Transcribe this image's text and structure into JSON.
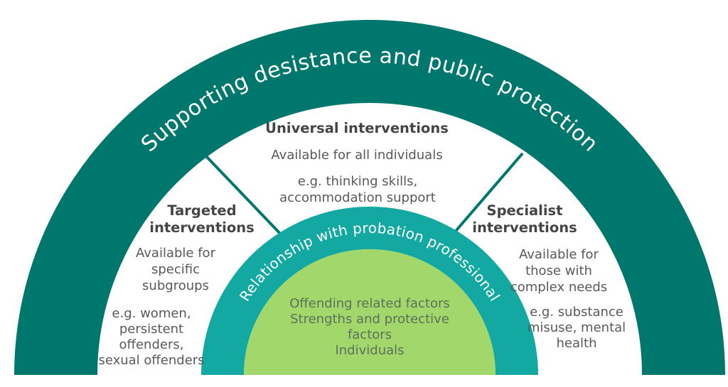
{
  "diagram": {
    "outer_arc": {
      "label": "Supporting desistance and public protection"
    },
    "relationship_arc": {
      "label": "Relationship with probation professional"
    },
    "sections": {
      "universal": {
        "heading": "Universal interventions",
        "availability": "Available for all individuals",
        "example_lines": [
          "e.g. thinking skills,",
          "accommodation support"
        ]
      },
      "targeted": {
        "heading": "Targeted interventions",
        "availability_lines": [
          "Available for",
          "specific",
          "subgroups"
        ],
        "example_lines": [
          "e.g. women,",
          "persistent",
          "offenders,",
          "sexual offenders"
        ]
      },
      "specialist": {
        "heading": "Specialist interventions",
        "availability_lines": [
          "Available for",
          "those with",
          "complex needs"
        ],
        "example_lines": [
          "e.g. substance",
          "misuse, mental",
          "health"
        ]
      }
    },
    "core": {
      "line1": "Offending related factors",
      "line2": "Strengths and protective factors",
      "line3": "Individuals"
    },
    "colors": {
      "outer_band": "#00776d",
      "relationship_band": "#13a8a2",
      "core_circle": "#a2d76c",
      "divider_line": "#00776d",
      "heading_text": "#454545",
      "body_text": "#595959",
      "core_text": "#5e7158",
      "arc_text": "#ffffff"
    }
  }
}
